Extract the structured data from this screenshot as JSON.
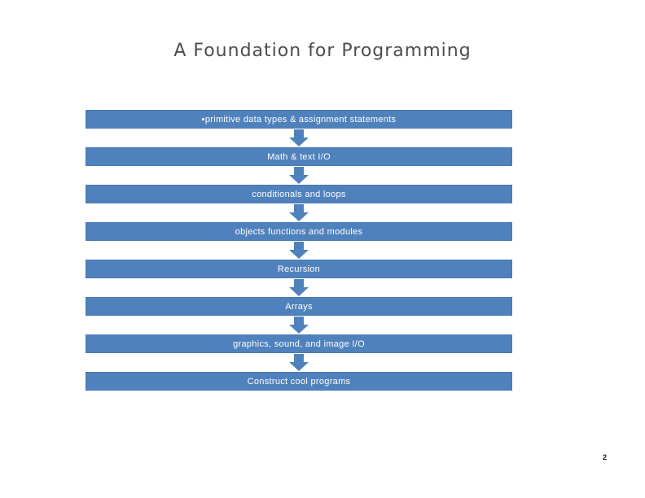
{
  "slide": {
    "title": "A Foundation for Programming",
    "page_number": "2"
  },
  "flow": {
    "steps": [
      {
        "label": "▪primitive data types & assignment statements"
      },
      {
        "label": "Math & text I/O"
      },
      {
        "label": "conditionals and loops"
      },
      {
        "label": "objects functions and modules"
      },
      {
        "label": "Recursion"
      },
      {
        "label": "Arrays"
      },
      {
        "label": "graphics, sound, and image I/O"
      },
      {
        "label": "Construct cool programs"
      }
    ]
  },
  "colors": {
    "background": "#ffffff",
    "title_text": "#4d4d4d",
    "box_fill": "#4f81bd",
    "box_border": "#4a79b0",
    "box_text": "#ffffff",
    "arrow": "#4f81bd",
    "page_number_text": "#1a1a1a"
  }
}
